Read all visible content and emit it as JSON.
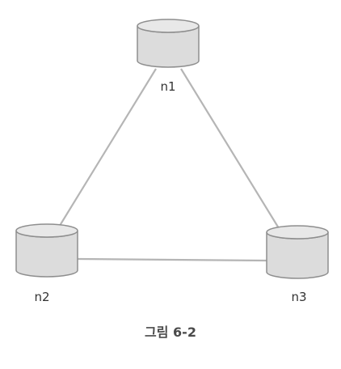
{
  "diagram": {
    "nodes": [
      {
        "id": "n1",
        "label": "n1"
      },
      {
        "id": "n2",
        "label": "n2"
      },
      {
        "id": "n3",
        "label": "n3"
      }
    ],
    "edges": [
      {
        "from": "n1",
        "to": "n2"
      },
      {
        "from": "n1",
        "to": "n3"
      },
      {
        "from": "n2",
        "to": "n3"
      }
    ],
    "caption": "그림 6-2",
    "colors": {
      "edge": "#b5b5b5",
      "node_fill": "#dcdcdc",
      "node_stroke": "#8e8e8e"
    }
  }
}
